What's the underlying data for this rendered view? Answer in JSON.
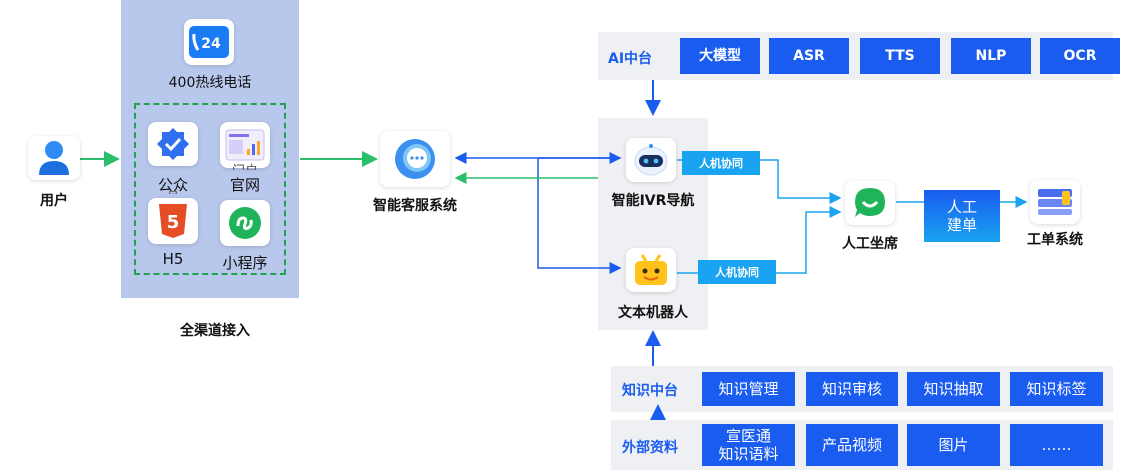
{
  "user": {
    "label": "用户"
  },
  "channels": {
    "hotline": "400热线电话",
    "gongzhong": "公众",
    "gongzhong_overlap": "号",
    "guanwang": "官网",
    "guanwang_overlap": "门户",
    "h5": "H5",
    "miniprogram": "小程序",
    "footer": "全渠道接入"
  },
  "smart_cs": {
    "label": "智能客服系统"
  },
  "ai_platform": {
    "label": "AI中台",
    "items": [
      "大模型",
      "ASR",
      "TTS",
      "NLP",
      "OCR"
    ]
  },
  "ivr": {
    "label": "智能IVR导航",
    "collab": "人机协同"
  },
  "text_bot": {
    "label": "文本机器人",
    "collab": "人机协同"
  },
  "agent": {
    "label": "人工坐席"
  },
  "build_ticket": {
    "label": "人工建单"
  },
  "ticket_system": {
    "label": "工单系统"
  },
  "knowledge_platform": {
    "label": "知识中台",
    "items": [
      "知识管理",
      "知识审核",
      "知识抽取",
      "知识标签"
    ]
  },
  "external": {
    "label": "外部资料",
    "items": [
      "宣医通\n知识语料",
      "产品视频",
      "图片",
      "……"
    ]
  },
  "colors": {
    "blue": "#1a5cf0",
    "green": "#2bbf6a",
    "light_blue": "#1aa3f0",
    "panel": "#b8c8ec"
  }
}
